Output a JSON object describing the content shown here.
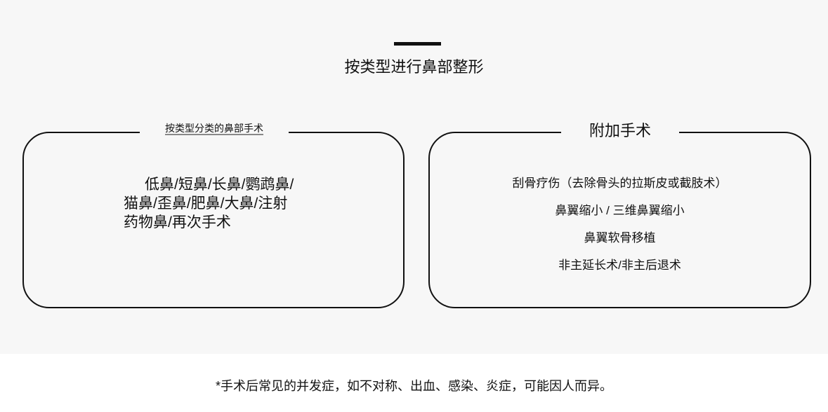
{
  "header": {
    "title": "按类型进行鼻部整形"
  },
  "left_panel": {
    "legend": "按类型分类的鼻部手术",
    "text": "低鼻/短鼻/长鼻/鹦鹉鼻/猫鼻/歪鼻/肥鼻/大鼻/注射药物鼻/再次手术"
  },
  "right_panel": {
    "legend": "附加手术",
    "items": [
      "刮骨疗伤（去除骨头的拉斯皮或截肢术）",
      "鼻翼缩小 / 三维鼻翼缩小",
      "鼻翼软骨移植",
      "非主延长术/非主后退术"
    ]
  },
  "footnote": "*手术后常见的并发症，如不对称、出血、感染、炎症，可能因人而异。"
}
